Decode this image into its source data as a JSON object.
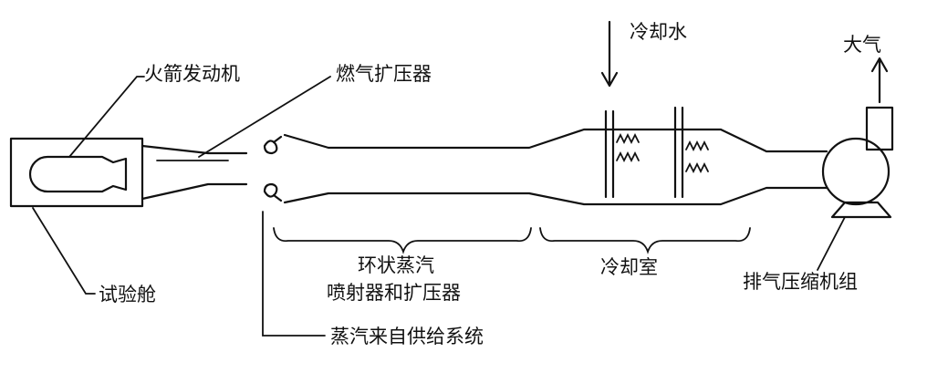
{
  "labels": {
    "rocket_engine": "火箭发动机",
    "gas_diffuser": "燃气扩压器",
    "cooling_water": "冷却水",
    "atmosphere": "大气",
    "test_cabin": "试验舱",
    "annular_ejector_line1": "环状蒸汽",
    "annular_ejector_line2": "喷射器和扩压器",
    "cooling_chamber": "冷却室",
    "exhaust_compressor": "排气压缩机组",
    "steam_supply": "蒸汽来自供给系统"
  }
}
